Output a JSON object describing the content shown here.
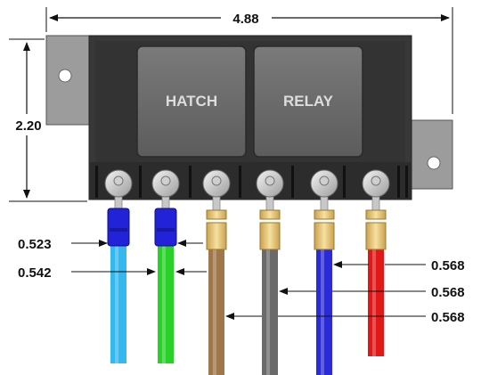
{
  "relays": [
    {
      "label": "HATCH"
    },
    {
      "label": "RELAY"
    }
  ],
  "dimensions": {
    "width": "4.88",
    "height": "2.20",
    "wire_left": [
      "0.523",
      "0.542"
    ],
    "wire_right": [
      "0.568",
      "0.568",
      "0.568"
    ]
  },
  "colors": {
    "body": "#3a3a3a",
    "mount_plate": "#9a9a9a",
    "relay_cap": "#6e6e6e",
    "wire_1": "#33b8f0",
    "wire_2": "#28d028",
    "wire_3": "#a0774a",
    "wire_4": "#6a6a6a",
    "wire_5": "#2a2ad6",
    "wire_6": "#e01818",
    "insulated_crimp": "#2222d8",
    "brass_crimp": "#e8c97a"
  },
  "terminal_count": 6
}
